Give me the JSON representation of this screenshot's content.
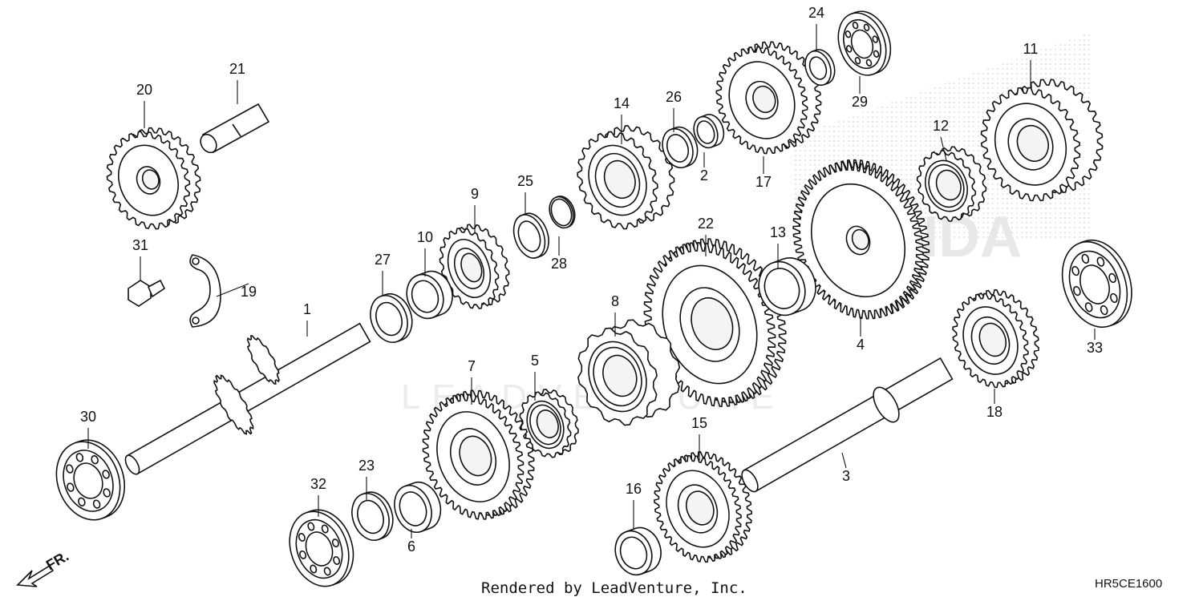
{
  "diagram": {
    "parts": [
      {
        "id": "p1",
        "callout": "1"
      },
      {
        "id": "p2",
        "callout": "2"
      },
      {
        "id": "p3",
        "callout": "3"
      },
      {
        "id": "p4",
        "callout": "4"
      },
      {
        "id": "p5",
        "callout": "5"
      },
      {
        "id": "p6",
        "callout": "6"
      },
      {
        "id": "p7",
        "callout": "7"
      },
      {
        "id": "p8",
        "callout": "8"
      },
      {
        "id": "p9",
        "callout": "9"
      },
      {
        "id": "p10",
        "callout": "10"
      },
      {
        "id": "p11",
        "callout": "11"
      },
      {
        "id": "p12",
        "callout": "12"
      },
      {
        "id": "p13",
        "callout": "13"
      },
      {
        "id": "p14",
        "callout": "14"
      },
      {
        "id": "p15",
        "callout": "15"
      },
      {
        "id": "p16",
        "callout": "16"
      },
      {
        "id": "p17",
        "callout": "17"
      },
      {
        "id": "p18",
        "callout": "18"
      },
      {
        "id": "p19",
        "callout": "19"
      },
      {
        "id": "p20",
        "callout": "20"
      },
      {
        "id": "p21",
        "callout": "21"
      },
      {
        "id": "p22",
        "callout": "22"
      },
      {
        "id": "p23",
        "callout": "23"
      },
      {
        "id": "p24",
        "callout": "24"
      },
      {
        "id": "p25",
        "callout": "25"
      },
      {
        "id": "p26",
        "callout": "26"
      },
      {
        "id": "p27",
        "callout": "27"
      },
      {
        "id": "p28",
        "callout": "28"
      },
      {
        "id": "p29",
        "callout": "29"
      },
      {
        "id": "p30",
        "callout": "30"
      },
      {
        "id": "p31",
        "callout": "31"
      },
      {
        "id": "p32",
        "callout": "32"
      },
      {
        "id": "p33",
        "callout": "33"
      }
    ],
    "direction_label": "FR.",
    "footer_credit": "Rendered by LeadVenture, Inc.",
    "diagram_code": "HR5CE1600",
    "watermark_brand": "HONDA",
    "watermark_text": "LEADVENTURE"
  },
  "colors": {
    "line": "#111111",
    "fill": "#ffffff",
    "watermark": "#e6e6e6"
  }
}
